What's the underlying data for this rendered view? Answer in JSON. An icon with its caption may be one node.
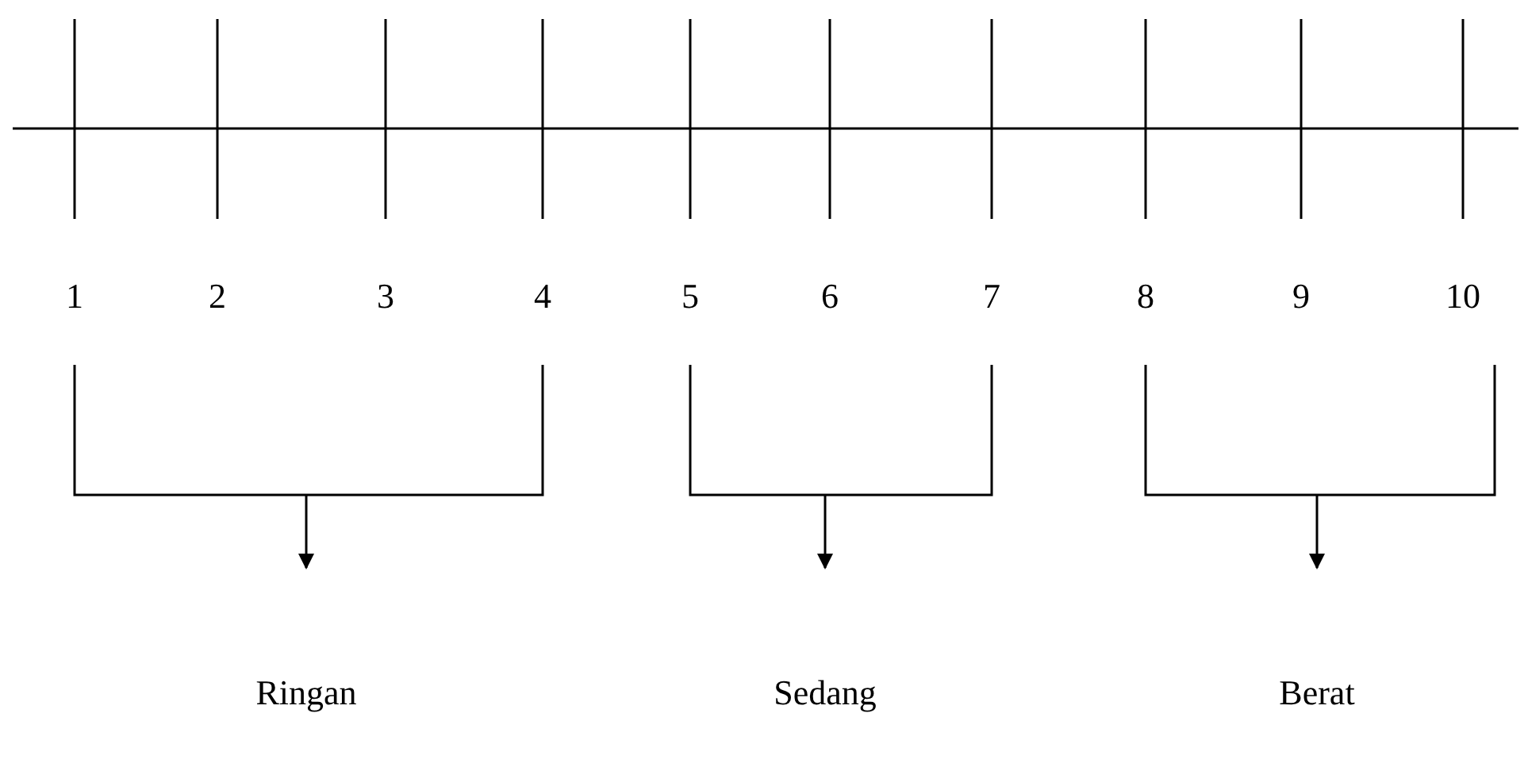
{
  "diagram": {
    "nodes": [
      {
        "text": [],
        "shape": "bracket"
      },
      {
        "text": [],
        "shape": "bracket"
      },
      {
        "text": [],
        "shape": "bracket"
      }
    ],
    "edges": [
      {
        "from": 0,
        "to": null,
        "arrow": "to"
      },
      {
        "from": 1,
        "to": null,
        "arrow": "to"
      },
      {
        "from": 2,
        "to": null,
        "arrow": "to"
      }
    ],
    "labels": [
      "1",
      "2",
      "3",
      "4",
      "5",
      "6",
      "7",
      "8",
      "9",
      "10",
      "Ringan",
      "Sedang",
      "Berat"
    ]
  }
}
